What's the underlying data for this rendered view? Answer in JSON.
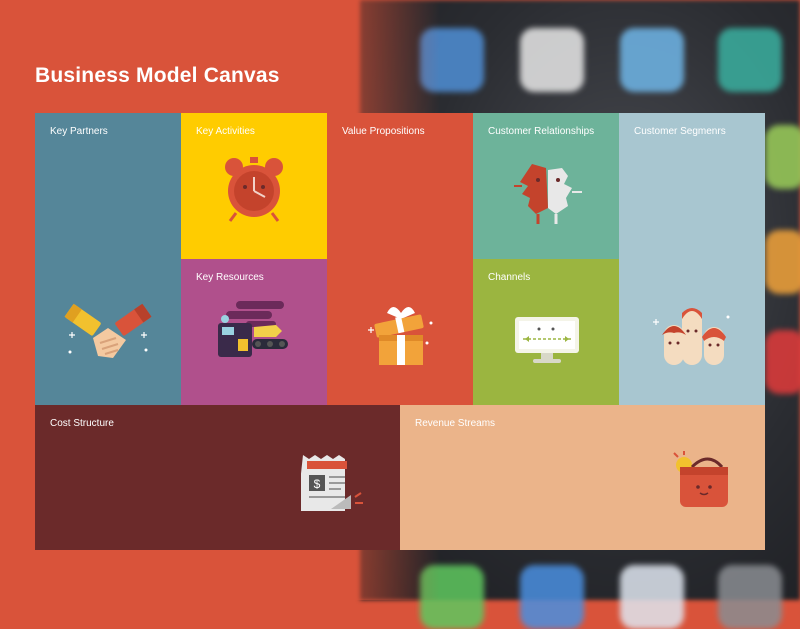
{
  "title": "Business Model Canvas",
  "blocks": {
    "key_partners": {
      "label": "Key Partners",
      "color": "#558699",
      "icon": "handshake-icon"
    },
    "key_activities": {
      "label": "Key Activities",
      "color": "#ffcc00",
      "icon": "alarm-clock-icon"
    },
    "key_resources": {
      "label": "Key Resources",
      "color": "#b0508c",
      "icon": "machine-icon"
    },
    "value_propositions": {
      "label": "Value Propositions",
      "color": "#d9533a",
      "icon": "gift-box-icon"
    },
    "customer_relationships": {
      "label": "Customer Relationships",
      "color": "#6db39a",
      "icon": "faces-icon"
    },
    "channels": {
      "label": "Channels",
      "color": "#9bb540",
      "icon": "monitor-icon"
    },
    "customer_segments": {
      "label": "Customer Segmenrs",
      "color": "#a8c6d0",
      "icon": "people-group-icon"
    },
    "cost_structure": {
      "label": "Cost Structure",
      "color": "#6b2a2a",
      "icon": "bill-receipt-icon"
    },
    "revenue_streams": {
      "label": "Revenue Streams",
      "color": "#ebb48a",
      "icon": "purse-icon"
    }
  },
  "background": {
    "accent": "#d9533a"
  }
}
